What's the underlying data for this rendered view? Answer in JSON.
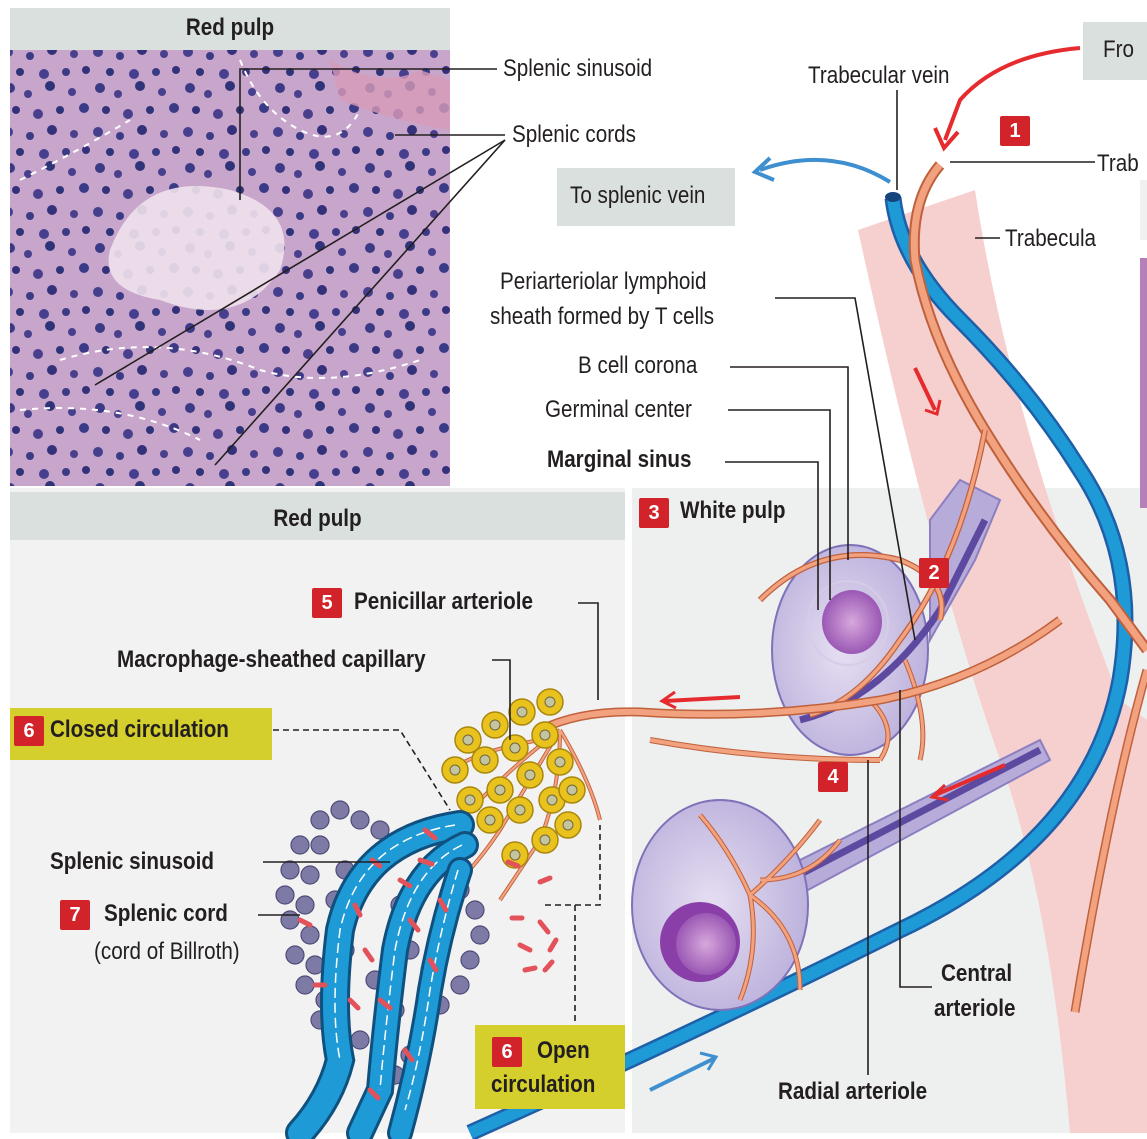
{
  "labels": {
    "red_pulp_top": "Red pulp",
    "splenic_sinusoid_top": "Splenic sinusoid",
    "splenic_cords_top": "Splenic cords",
    "trabecular_vein": "Trabecular vein",
    "from_partial": "Fro",
    "trab_partial": "Trab",
    "to_splenic_vein": "To splenic vein",
    "trabecula": "Trabecula",
    "pals_line1": "Periarteriolar lymphoid",
    "pals_line2": "sheath formed by T cells",
    "b_cell_corona": "B cell corona",
    "germinal_center": "Germinal center",
    "marginal_sinus": "Marginal sinus",
    "red_pulp_bottom": "Red pulp",
    "white_pulp": "White pulp",
    "penicillar_arteriole": "Penicillar arteriole",
    "macrophage_capillary": "Macrophage-sheathed capillary",
    "closed_circulation": "Closed circulation",
    "splenic_sinusoid_bottom": "Splenic sinusoid",
    "splenic_cord": "Splenic cord",
    "cord_of_billroth": "(cord of Billroth)",
    "open_line1": "Open",
    "open_line2": "circulation",
    "central_line1": "Central",
    "central_line2": "arteriole",
    "radial_arteriole": "Radial arteriole"
  },
  "badges": {
    "b1": "1",
    "b2": "2",
    "b3": "3",
    "b4": "4",
    "b5": "5",
    "b6_closed": "6",
    "b6_open": "6",
    "b7": "7"
  },
  "colors": {
    "artery": "#f2a27e",
    "artery_outline": "#c0613d",
    "vein": "#1e9ad6",
    "trabecula": "#f6d0cf",
    "white_pulp": "#c9bde3",
    "germinal": "#a56cc1",
    "macrophage": "#e9c21e",
    "red_cell": "#e3525a",
    "cord_cell": "#7d7aa6",
    "badge": "#d2232a",
    "header_gray": "#d9e0dd",
    "highlight": "#d4cf2c",
    "flow_arrow_red": "#e62b2f",
    "flow_arrow_blue": "#3e8fd0"
  }
}
